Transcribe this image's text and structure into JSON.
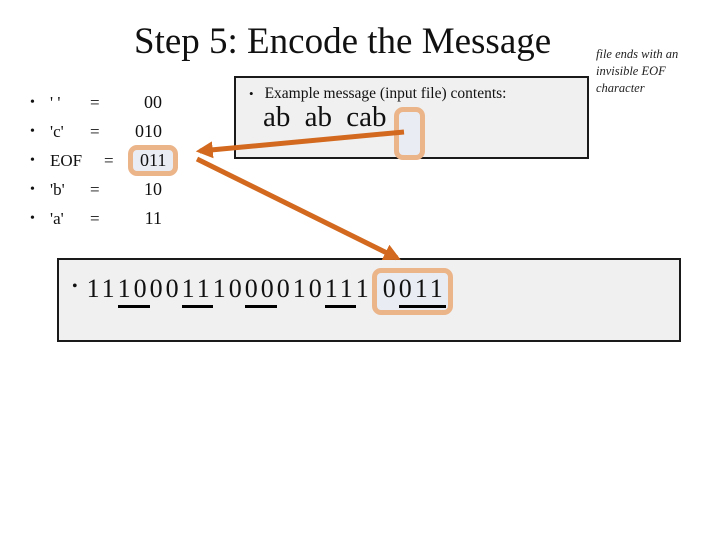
{
  "slide": {
    "title": "Step 5: Encode the Message",
    "note_line1": "file ends with an",
    "note_line2": "invisible EOF",
    "note_line3": "character",
    "bullet": "•"
  },
  "code_table": {
    "rows": [
      {
        "symbol": "' '",
        "eq": "=",
        "code": "00"
      },
      {
        "symbol": "'c'",
        "eq": "=",
        "code": "010"
      },
      {
        "symbol": "EOF",
        "eq": "=",
        "code": "011",
        "highlighted": true
      },
      {
        "symbol": "'b'",
        "eq": "=",
        "code": "10"
      },
      {
        "symbol": "'a'",
        "eq": "=",
        "code": "11"
      }
    ]
  },
  "message_box": {
    "label": "Example message (input file) contents:",
    "message": "ab ab cab",
    "eof_marker": "invisible-EOF-slot"
  },
  "encoded_box": {
    "full_bitstring": "1110001110000101110011",
    "segments": [
      {
        "text": "11",
        "underline": false
      },
      {
        "text": "10",
        "underline": true
      },
      {
        "text": "00",
        "underline": false
      },
      {
        "text": "11",
        "underline": true
      },
      {
        "text": "10",
        "underline": false
      },
      {
        "text": "00",
        "underline": true
      },
      {
        "text": "010",
        "underline": false
      },
      {
        "text": "11",
        "underline": true
      },
      {
        "text": "1",
        "underline": false
      }
    ],
    "boxed_segments": [
      {
        "text": "0",
        "underline": false
      },
      {
        "text": "011",
        "underline": true
      }
    ]
  },
  "colors": {
    "arrow": "#d2691e",
    "highlight_border": "#ebb489",
    "highlight_fill": "#e9edf3",
    "box_fill": "#f0f0f0",
    "box_border": "#1a1a1a"
  }
}
